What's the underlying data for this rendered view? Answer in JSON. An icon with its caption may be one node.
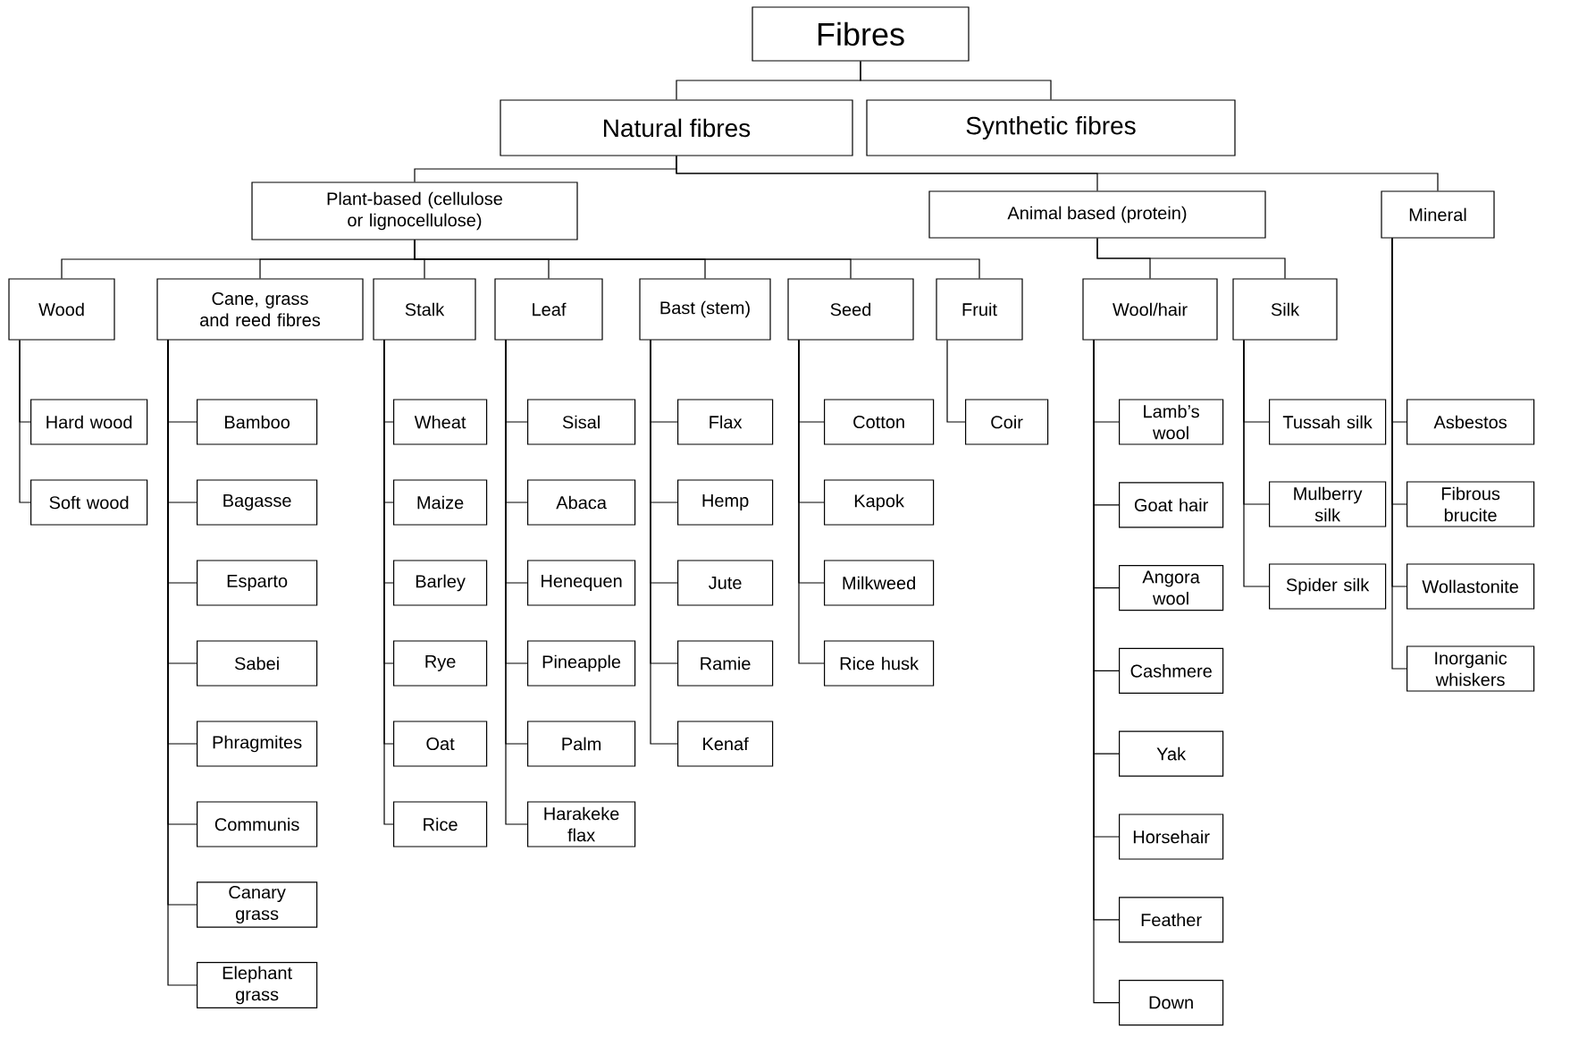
{
  "diagram": {
    "nodes": [
      {
        "text": [
          "Fibres"
        ]
      },
      {
        "text": [
          "Natural fibres"
        ]
      },
      {
        "text": [
          "Synthetic fibres"
        ]
      },
      {
        "text": [
          "Plant-based (cellulose or lignocellulose)"
        ]
      },
      {
        "text": [
          "Animal based (protein)"
        ]
      },
      {
        "text": [
          "Mineral"
        ]
      },
      {
        "text": [
          "Wood"
        ]
      },
      {
        "text": [
          "Cane, grass and reed fibres"
        ]
      },
      {
        "text": [
          "Stalk"
        ]
      },
      {
        "text": [
          "Leaf"
        ]
      },
      {
        "text": [
          "Bast (stem)"
        ]
      },
      {
        "text": [
          "Seed"
        ]
      },
      {
        "text": [
          "Fruit"
        ]
      },
      {
        "text": [
          "Wool/hair"
        ]
      },
      {
        "text": [
          "Silk"
        ]
      },
      {
        "text": [
          "Hard wood"
        ]
      },
      {
        "text": [
          "Soft wood"
        ]
      },
      {
        "text": [
          "Bamboo"
        ]
      },
      {
        "text": [
          "Bagasse"
        ]
      },
      {
        "text": [
          "Esparto"
        ]
      },
      {
        "text": [
          "Sabei"
        ]
      },
      {
        "text": [
          "Phragmites"
        ]
      },
      {
        "text": [
          "Communis"
        ]
      },
      {
        "text": [
          "Canary grass"
        ]
      },
      {
        "text": [
          "Elephant grass"
        ]
      },
      {
        "text": [
          "Wheat"
        ]
      },
      {
        "text": [
          "Maize"
        ]
      },
      {
        "text": [
          "Barley"
        ]
      },
      {
        "text": [
          "Rye"
        ]
      },
      {
        "text": [
          "Oat"
        ]
      },
      {
        "text": [
          "Rice"
        ]
      },
      {
        "text": [
          "Sisal"
        ]
      },
      {
        "text": [
          "Abaca"
        ]
      },
      {
        "text": [
          "Henequen"
        ]
      },
      {
        "text": [
          "Pineapple"
        ]
      },
      {
        "text": [
          "Palm"
        ]
      },
      {
        "text": [
          "Harakeke flax"
        ]
      },
      {
        "text": [
          "Flax"
        ]
      },
      {
        "text": [
          "Hemp"
        ]
      },
      {
        "text": [
          "Jute"
        ]
      },
      {
        "text": [
          "Ramie"
        ]
      },
      {
        "text": [
          "Kenaf"
        ]
      },
      {
        "text": [
          "Cotton"
        ]
      },
      {
        "text": [
          "Kapok"
        ]
      },
      {
        "text": [
          "Milkweed"
        ]
      },
      {
        "text": [
          "Rice husk"
        ]
      },
      {
        "text": [
          "Coir"
        ]
      },
      {
        "text": [
          "Lamb’s wool"
        ]
      },
      {
        "text": [
          "Goat hair"
        ]
      },
      {
        "text": [
          "Angora wool"
        ]
      },
      {
        "text": [
          "Cashmere"
        ]
      },
      {
        "text": [
          "Yak"
        ]
      },
      {
        "text": [
          "Horsehair"
        ]
      },
      {
        "text": [
          "Feather"
        ]
      },
      {
        "text": [
          "Down"
        ]
      },
      {
        "text": [
          "Tussah silk"
        ]
      },
      {
        "text": [
          "Mulberry silk"
        ]
      },
      {
        "text": [
          "Spider silk"
        ]
      },
      {
        "text": [
          "Asbestos"
        ]
      },
      {
        "text": [
          "Fibrous brucite"
        ]
      },
      {
        "text": [
          "Wollastonite"
        ]
      },
      {
        "text": [
          "Inorganic whiskers"
        ]
      }
    ],
    "edges": [
      {
        "from": 0,
        "to": 1,
        "arrow": "none"
      },
      {
        "from": 0,
        "to": 2,
        "arrow": "none"
      },
      {
        "from": 1,
        "to": 3,
        "arrow": "none"
      },
      {
        "from": 1,
        "to": 4,
        "arrow": "none"
      },
      {
        "from": 1,
        "to": 5,
        "arrow": "none"
      },
      {
        "from": 3,
        "to": 6,
        "arrow": "none"
      },
      {
        "from": 3,
        "to": 7,
        "arrow": "none"
      },
      {
        "from": 3,
        "to": 8,
        "arrow": "none"
      },
      {
        "from": 3,
        "to": 9,
        "arrow": "none"
      },
      {
        "from": 3,
        "to": 10,
        "arrow": "none"
      },
      {
        "from": 3,
        "to": 11,
        "arrow": "none"
      },
      {
        "from": 3,
        "to": 12,
        "arrow": "none"
      },
      {
        "from": 4,
        "to": 13,
        "arrow": "none"
      },
      {
        "from": 4,
        "to": 14,
        "arrow": "none"
      },
      {
        "from": 6,
        "to": 15,
        "arrow": "none"
      },
      {
        "from": 6,
        "to": 16,
        "arrow": "none"
      },
      {
        "from": 7,
        "to": 17,
        "arrow": "none"
      },
      {
        "from": 7,
        "to": 18,
        "arrow": "none"
      },
      {
        "from": 7,
        "to": 19,
        "arrow": "none"
      },
      {
        "from": 7,
        "to": 20,
        "arrow": "none"
      },
      {
        "from": 7,
        "to": 21,
        "arrow": "none"
      },
      {
        "from": 7,
        "to": 22,
        "arrow": "none"
      },
      {
        "from": 7,
        "to": 23,
        "arrow": "none"
      },
      {
        "from": 7,
        "to": 24,
        "arrow": "none"
      },
      {
        "from": 8,
        "to": 25,
        "arrow": "none"
      },
      {
        "from": 8,
        "to": 26,
        "arrow": "none"
      },
      {
        "from": 8,
        "to": 27,
        "arrow": "none"
      },
      {
        "from": 8,
        "to": 28,
        "arrow": "none"
      },
      {
        "from": 8,
        "to": 29,
        "arrow": "none"
      },
      {
        "from": 8,
        "to": 30,
        "arrow": "none"
      },
      {
        "from": 9,
        "to": 31,
        "arrow": "none"
      },
      {
        "from": 9,
        "to": 32,
        "arrow": "none"
      },
      {
        "from": 9,
        "to": 33,
        "arrow": "none"
      },
      {
        "from": 9,
        "to": 34,
        "arrow": "none"
      },
      {
        "from": 9,
        "to": 35,
        "arrow": "none"
      },
      {
        "from": 9,
        "to": 36,
        "arrow": "none"
      },
      {
        "from": 10,
        "to": 37,
        "arrow": "none"
      },
      {
        "from": 10,
        "to": 38,
        "arrow": "none"
      },
      {
        "from": 10,
        "to": 39,
        "arrow": "none"
      },
      {
        "from": 10,
        "to": 40,
        "arrow": "none"
      },
      {
        "from": 10,
        "to": 41,
        "arrow": "none"
      },
      {
        "from": 11,
        "to": 42,
        "arrow": "none"
      },
      {
        "from": 11,
        "to": 43,
        "arrow": "none"
      },
      {
        "from": 11,
        "to": 44,
        "arrow": "none"
      },
      {
        "from": 11,
        "to": 45,
        "arrow": "none"
      },
      {
        "from": 12,
        "to": 46,
        "arrow": "none"
      },
      {
        "from": 13,
        "to": 47,
        "arrow": "none"
      },
      {
        "from": 13,
        "to": 48,
        "arrow": "none"
      },
      {
        "from": 13,
        "to": 49,
        "arrow": "none"
      },
      {
        "from": 13,
        "to": 50,
        "arrow": "none"
      },
      {
        "from": 13,
        "to": 51,
        "arrow": "none"
      },
      {
        "from": 13,
        "to": 52,
        "arrow": "none"
      },
      {
        "from": 13,
        "to": 53,
        "arrow": "none"
      },
      {
        "from": 13,
        "to": 54,
        "arrow": "none"
      },
      {
        "from": 14,
        "to": 55,
        "arrow": "none"
      },
      {
        "from": 14,
        "to": 56,
        "arrow": "none"
      },
      {
        "from": 14,
        "to": 57,
        "arrow": "none"
      },
      {
        "from": 5,
        "to": 58,
        "arrow": "none"
      },
      {
        "from": 5,
        "to": 59,
        "arrow": "none"
      },
      {
        "from": 5,
        "to": 60,
        "arrow": "none"
      },
      {
        "from": 5,
        "to": 61,
        "arrow": "none"
      }
    ]
  }
}
